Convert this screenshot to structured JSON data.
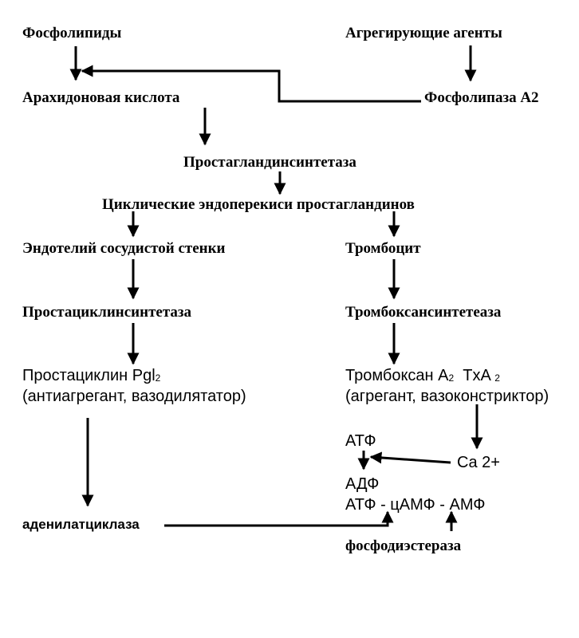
{
  "nodes": {
    "phospholipids": "Фосфолипиды",
    "aggregating_agents": "Агрегирующие агенты",
    "arachidonic_acid": "Арахидоновая кислота",
    "phospholipase": "Фосфолипаза А2",
    "pg_synthetase": "Простагландинсинтетаза",
    "endoperoxides": "Циклические  эндоперекиси  простагландинов",
    "endothelium": "Эндотелий сосудистой стенки",
    "thrombocyte": "Тромбоцит",
    "prostacyclin_synthetase": "Простациклинсинтетаза",
    "thromboxane_synthetase": "Тромбоксансинтетеаза",
    "prostacyclin_main": "Простациклин Pgl",
    "prostacyclin_sub": "2",
    "prostacyclin_desc": "(антиагрегант, вазодилятатор)",
    "thromboxane_main": "Тромбоксан А",
    "thromboxane_sub1": "2",
    "thromboxane_txa": "  TxA ",
    "thromboxane_sub2": "2",
    "thromboxane_desc": "(агрегант, вазоконстриктор)",
    "atf": "АТФ",
    "ca": "Ca 2+",
    "adf": "АДФ",
    "camp_chain": "АТФ - цАМФ - АМФ",
    "adenylate_cyclase": "аденилатциклаза",
    "phosphodiesterase": "фосфодиэстераза"
  },
  "colors": {
    "text": "#000000",
    "line": "#000000",
    "background": "#ffffff"
  }
}
